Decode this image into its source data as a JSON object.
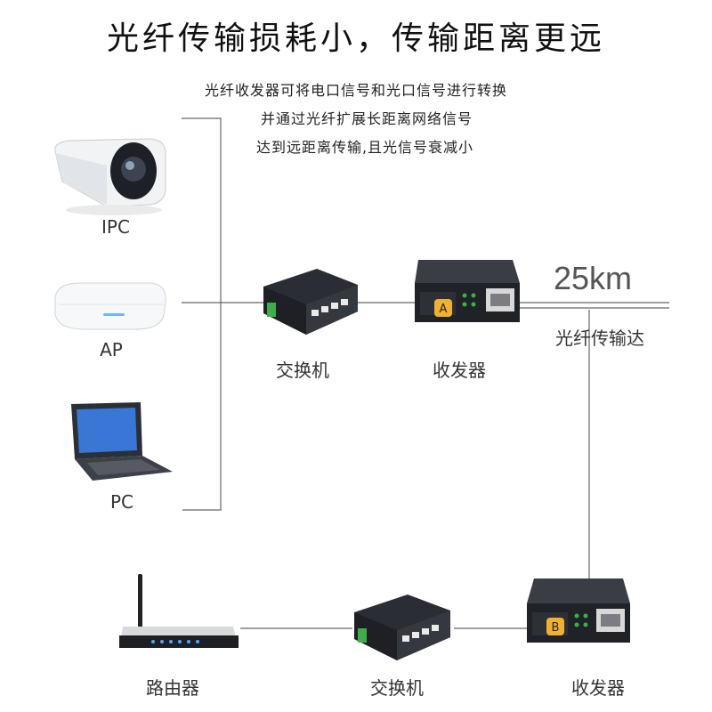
{
  "headline": "光纤传输损耗小，传输距离更远",
  "description": [
    "光纤收发器可将电口信号和光口信号进行转换",
    "并通过光纤扩展长距离网络信号",
    "达到远距离传输,且光信号衰减小"
  ],
  "devices": {
    "ipc": "IPC",
    "ap": "AP",
    "pc": "PC",
    "switch_top": "交换机",
    "transceiver_top": "收发器",
    "router": "路由器",
    "switch_bottom": "交换机",
    "transceiver_bottom": "收发器"
  },
  "fiber": {
    "distance": "25km",
    "caption": "光纤传输达"
  },
  "transceiver_marks": {
    "top": "A",
    "bottom": "B"
  },
  "colors": {
    "line": "#666666",
    "device_dark": "#2a2d33",
    "port_orange": "#f0b030",
    "terminal_green": "#3fae4a",
    "router_led": "#4aa8ff"
  }
}
